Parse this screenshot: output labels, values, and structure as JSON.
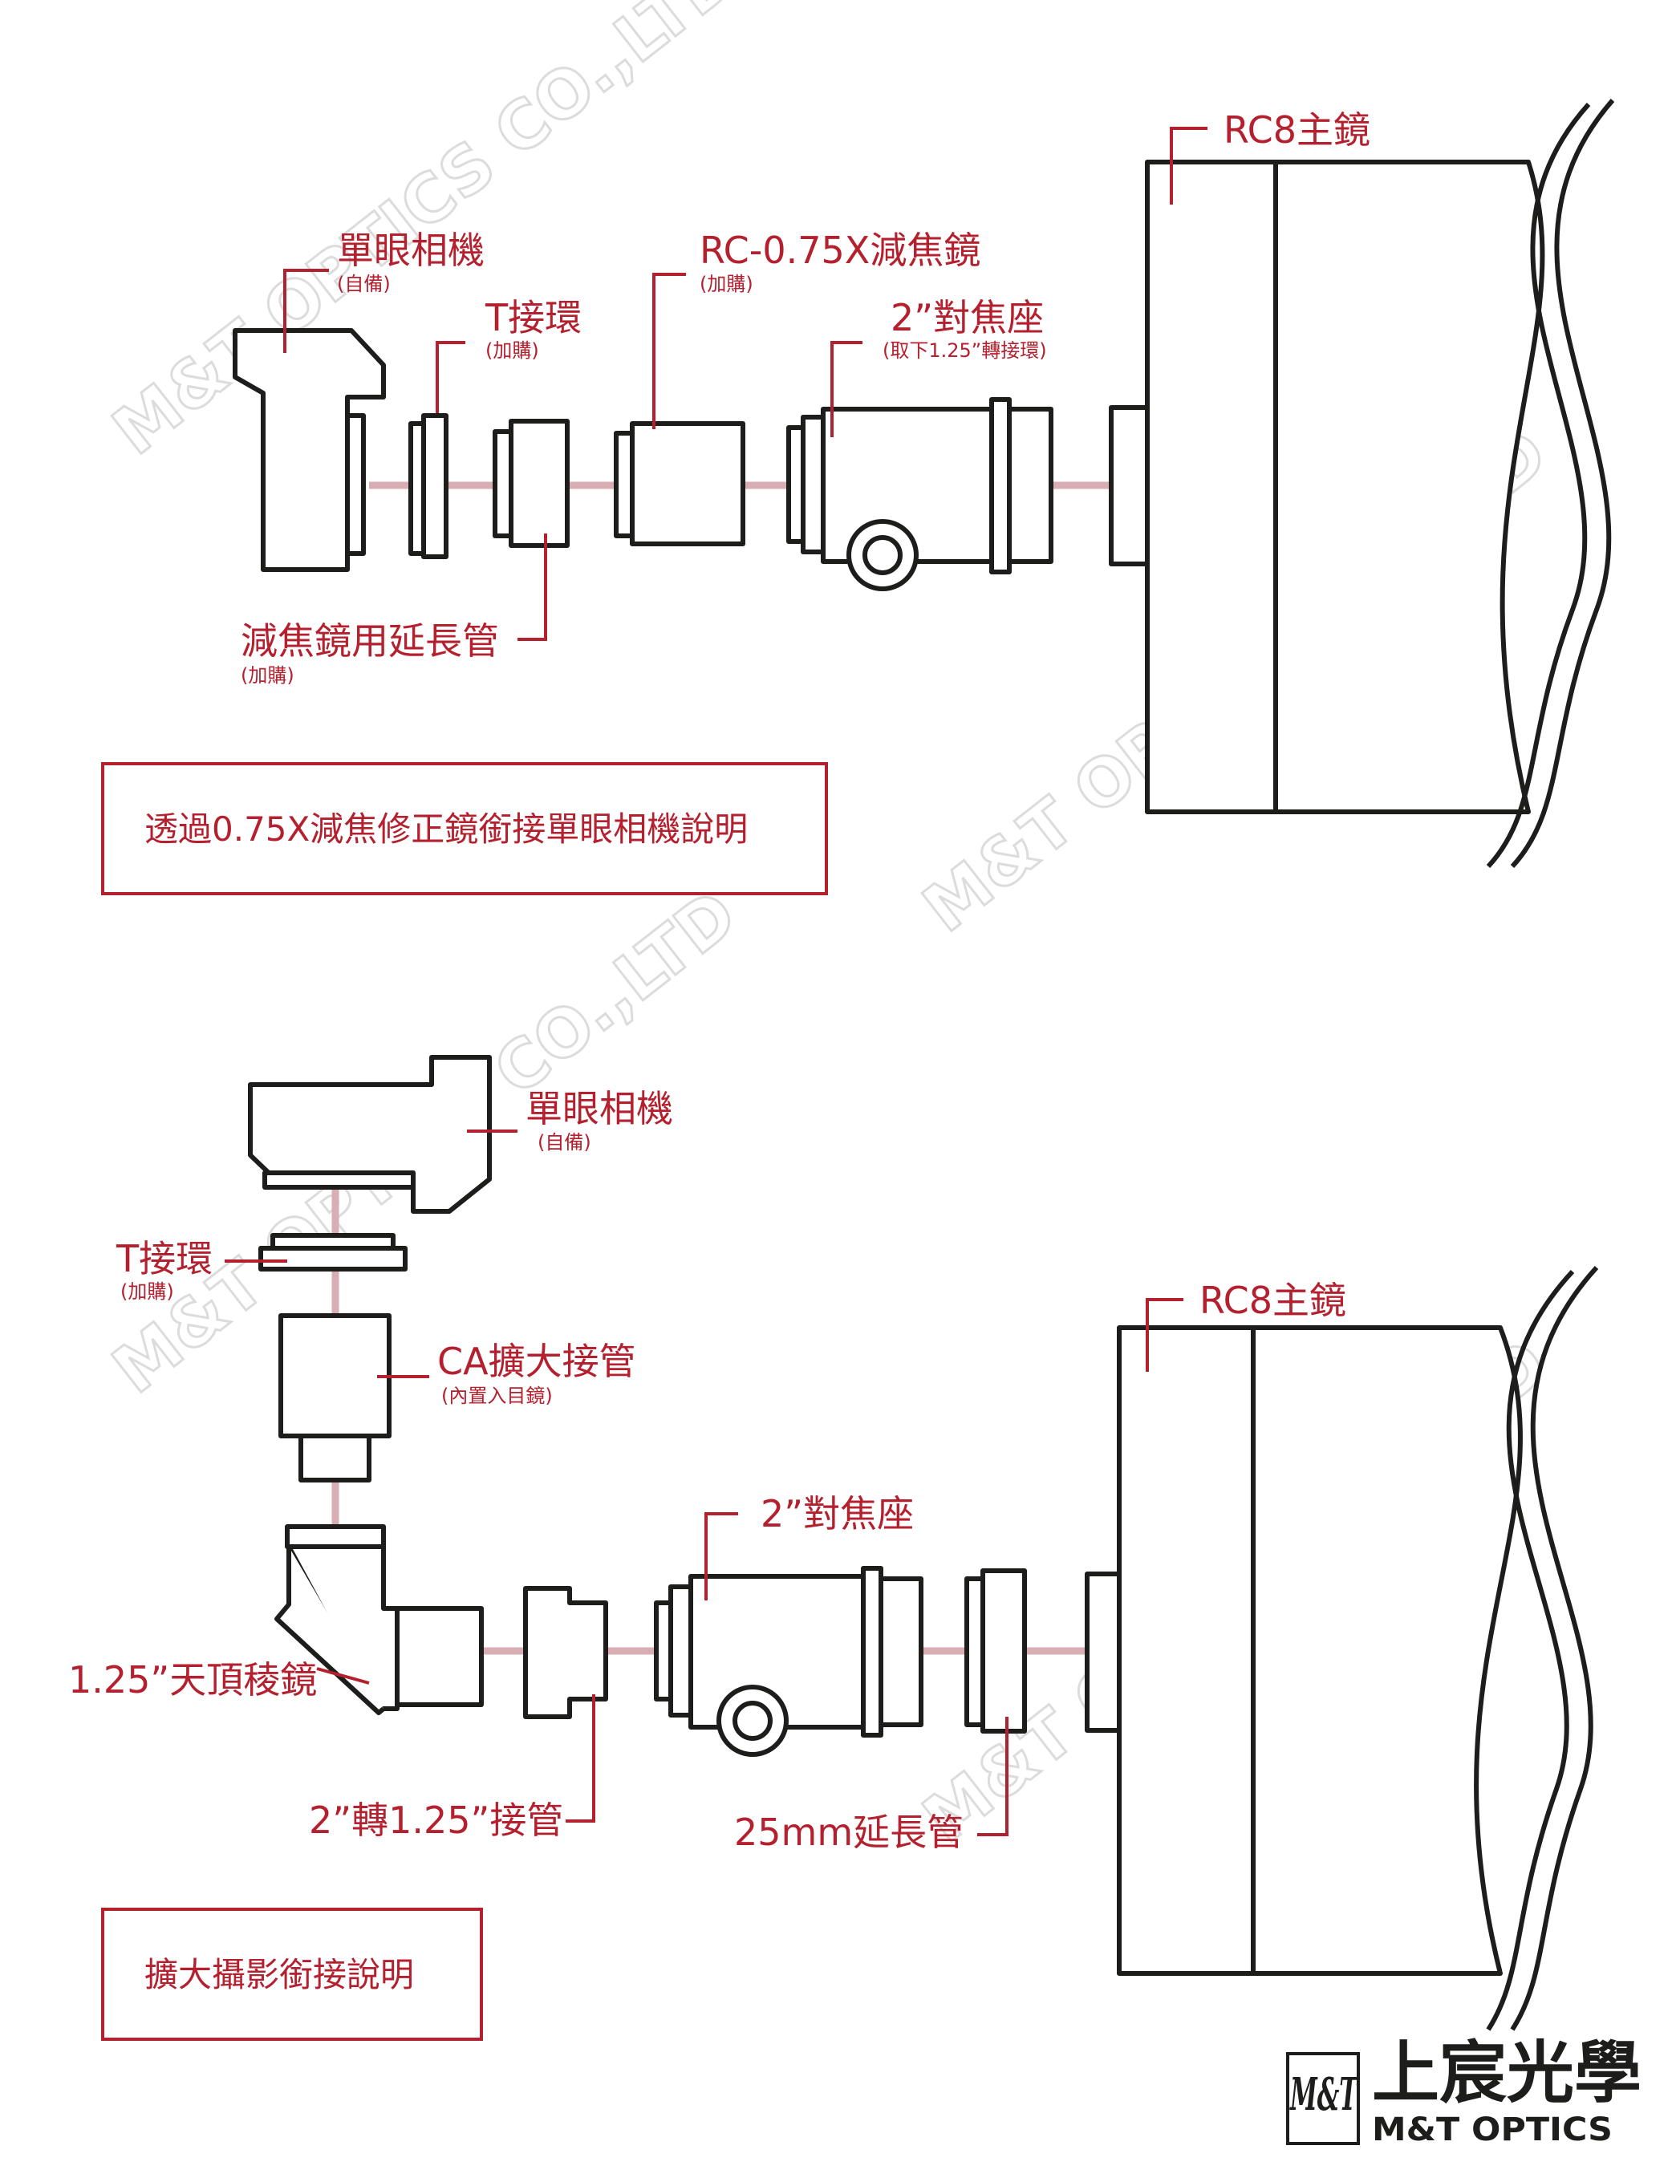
{
  "colors": {
    "accent": "#b5202e",
    "line": "#1d1d1b",
    "axis": "#d8aeb4",
    "watermark": "#dcdcdc"
  },
  "watermark_text": "M&T OPTICS CO.,LTD",
  "top": {
    "labels": {
      "camera": "單眼相機",
      "camera_sub": "(自備)",
      "t_ring": "T接環",
      "t_ring_sub": "(加購)",
      "reducer": "RC-0.75X減焦鏡",
      "reducer_sub": "(加購)",
      "focuser": "2”對焦座",
      "focuser_sub": "(取下1.25”轉接環)",
      "scope": "RC8主鏡",
      "extension": "減焦鏡用延長管",
      "extension_sub": "(加購)"
    },
    "caption": "透過0.75X減焦修正鏡銜接單眼相機說明"
  },
  "bottom": {
    "labels": {
      "camera": "單眼相機",
      "camera_sub": "(自備)",
      "t_ring": "T接環",
      "t_ring_sub": "(加購)",
      "ca_tube": "CA擴大接管",
      "ca_tube_sub": "(內置入目鏡)",
      "diagonal": "1.25”天頂稜鏡",
      "adapter": "2”轉1.25”接管",
      "focuser": "2”對焦座",
      "extension": "25mm延長管",
      "scope": "RC8主鏡"
    },
    "caption": "擴大攝影銜接說明"
  },
  "logo": {
    "mark": "M&T",
    "chinese": "上宸光學",
    "english": "M&T OPTICS"
  }
}
